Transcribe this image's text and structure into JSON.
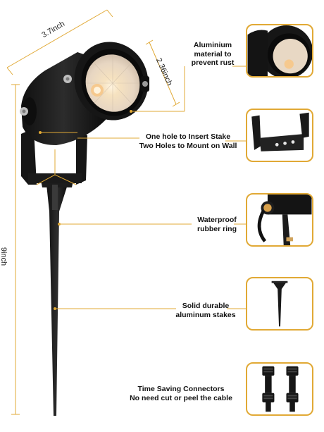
{
  "dimensions": {
    "width_label": "3.7inch",
    "depth_label": "2.36inch",
    "height_label": "9inch"
  },
  "callouts": [
    {
      "text": "Aluminium\nmaterial to\nprevent rust",
      "thumb_icon": "lamp-head-closeup"
    },
    {
      "text": "One hole to Insert Stake\nTwo Holes to Mount on Wall",
      "thumb_icon": "mounting-bracket"
    },
    {
      "text": "Waterproof\nrubber ring",
      "thumb_icon": "rubber-ring-closeup"
    },
    {
      "text": "Solid durable\naluminum stakes",
      "thumb_icon": "ground-stake"
    },
    {
      "text": "Time Saving Connectors\nNo need cut or peel the cable",
      "thumb_icon": "cable-connectors"
    }
  ],
  "colors": {
    "accent": "#e1a935",
    "product": "#1b1b1b",
    "led": "#f3d9b0"
  }
}
